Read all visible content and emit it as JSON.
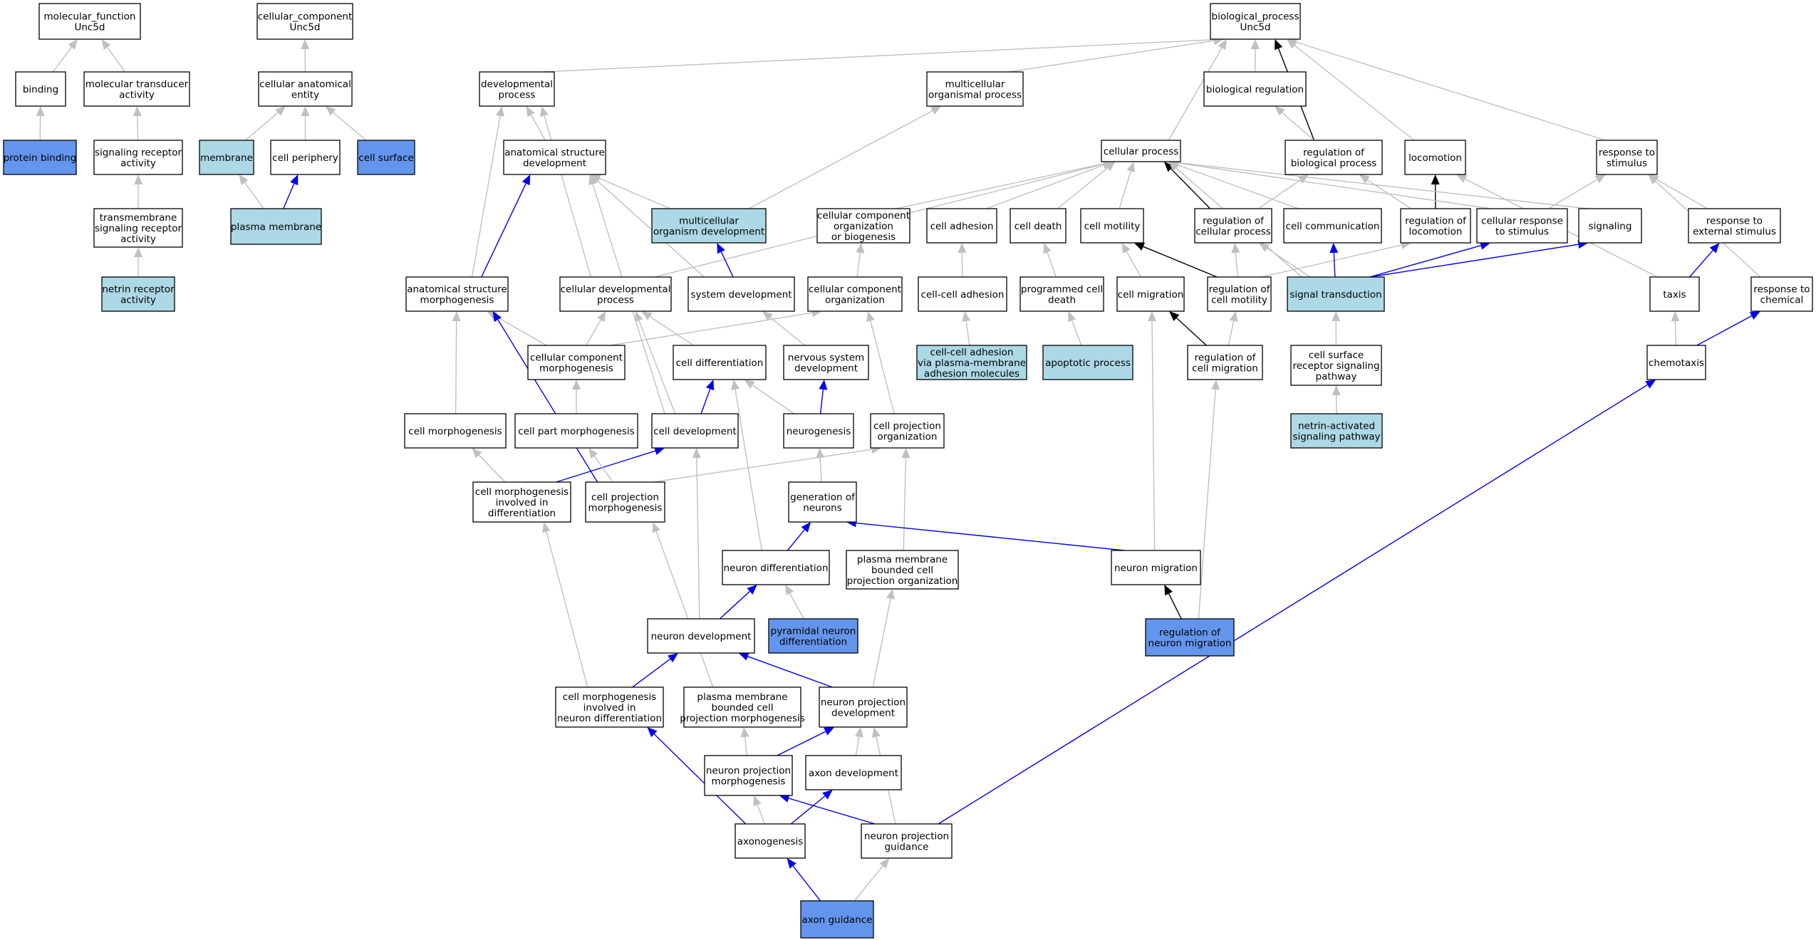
{
  "colors": {
    "white": "#ffffff",
    "light_blue": "#add8e6",
    "cornflower": "#6495ed",
    "edge_grey": "#c0c0c0",
    "edge_blue": "#0000ee",
    "edge_black": "#000000"
  },
  "nodes": {
    "mf_root": {
      "lines": [
        "molecular_function",
        "Unc5d"
      ],
      "fill": "white"
    },
    "cc_root": {
      "lines": [
        "cellular_component",
        "Unc5d"
      ],
      "fill": "white"
    },
    "bp_root": {
      "lines": [
        "biological_process",
        "Unc5d"
      ],
      "fill": "white"
    },
    "binding": {
      "lines": [
        "binding"
      ],
      "fill": "white"
    },
    "mol_trans": {
      "lines": [
        "molecular transducer",
        "activity"
      ],
      "fill": "white"
    },
    "protein_bind": {
      "lines": [
        "protein binding"
      ],
      "fill": "cornflower"
    },
    "sig_rec": {
      "lines": [
        "signaling receptor",
        "activity"
      ],
      "fill": "white"
    },
    "tm_sig_rec": {
      "lines": [
        "transmembrane",
        "signaling receptor",
        "activity"
      ],
      "fill": "white"
    },
    "netrin_rec": {
      "lines": [
        "netrin receptor",
        "activity"
      ],
      "fill": "light_blue"
    },
    "cell_anat": {
      "lines": [
        "cellular anatomical",
        "entity"
      ],
      "fill": "white"
    },
    "membrane": {
      "lines": [
        "membrane"
      ],
      "fill": "light_blue"
    },
    "cell_periph": {
      "lines": [
        "cell periphery"
      ],
      "fill": "white"
    },
    "cell_surface": {
      "lines": [
        "cell surface"
      ],
      "fill": "cornflower"
    },
    "plasma_mem": {
      "lines": [
        "plasma membrane"
      ],
      "fill": "light_blue"
    },
    "dev_proc": {
      "lines": [
        "developmental",
        "process"
      ],
      "fill": "white"
    },
    "multi_org": {
      "lines": [
        "multicellular",
        "organismal process"
      ],
      "fill": "white"
    },
    "bio_reg": {
      "lines": [
        "biological regulation"
      ],
      "fill": "white"
    },
    "anat_dev": {
      "lines": [
        "anatomical structure",
        "development"
      ],
      "fill": "white"
    },
    "cell_proc": {
      "lines": [
        "cellular process"
      ],
      "fill": "white"
    },
    "reg_bio": {
      "lines": [
        "regulation of",
        "biological process"
      ],
      "fill": "white"
    },
    "locomotion": {
      "lines": [
        "locomotion"
      ],
      "fill": "white"
    },
    "resp_stim": {
      "lines": [
        "response to",
        "stimulus"
      ],
      "fill": "white"
    },
    "multi_dev": {
      "lines": [
        "multicellular",
        "organism development"
      ],
      "fill": "light_blue"
    },
    "ccob": {
      "lines": [
        "cellular component",
        "organization",
        "or biogenesis"
      ],
      "fill": "white"
    },
    "cell_adh": {
      "lines": [
        "cell adhesion"
      ],
      "fill": "white"
    },
    "cell_death": {
      "lines": [
        "cell death"
      ],
      "fill": "white"
    },
    "cell_mot": {
      "lines": [
        "cell motility"
      ],
      "fill": "white"
    },
    "reg_cell_proc": {
      "lines": [
        "regulation of",
        "cellular process"
      ],
      "fill": "white"
    },
    "cell_comm": {
      "lines": [
        "cell communication"
      ],
      "fill": "white"
    },
    "reg_loco": {
      "lines": [
        "regulation of",
        "locomotion"
      ],
      "fill": "white"
    },
    "cell_resp": {
      "lines": [
        "cellular response",
        "to stimulus"
      ],
      "fill": "white"
    },
    "signaling": {
      "lines": [
        "signaling"
      ],
      "fill": "white"
    },
    "resp_ext": {
      "lines": [
        "response to",
        "external stimulus"
      ],
      "fill": "white"
    },
    "anat_morph": {
      "lines": [
        "anatomical structure",
        "morphogenesis"
      ],
      "fill": "white"
    },
    "cell_dev_proc": {
      "lines": [
        "cellular developmental",
        "process"
      ],
      "fill": "white"
    },
    "sys_dev": {
      "lines": [
        "system development"
      ],
      "fill": "white"
    },
    "cco": {
      "lines": [
        "cellular component",
        "organization"
      ],
      "fill": "white"
    },
    "cc_adh": {
      "lines": [
        "cell-cell adhesion"
      ],
      "fill": "white"
    },
    "prog_death": {
      "lines": [
        "programmed cell",
        "death"
      ],
      "fill": "white"
    },
    "cell_mig": {
      "lines": [
        "cell migration"
      ],
      "fill": "white"
    },
    "reg_cell_mot": {
      "lines": [
        "regulation of",
        "cell motility"
      ],
      "fill": "white"
    },
    "sig_trans": {
      "lines": [
        "signal transduction"
      ],
      "fill": "light_blue"
    },
    "taxis": {
      "lines": [
        "taxis"
      ],
      "fill": "white"
    },
    "resp_chem": {
      "lines": [
        "response to",
        "chemical"
      ],
      "fill": "white"
    },
    "cc_morph": {
      "lines": [
        "cellular component",
        "morphogenesis"
      ],
      "fill": "white"
    },
    "cell_diff": {
      "lines": [
        "cell differentiation"
      ],
      "fill": "white"
    },
    "ns_dev": {
      "lines": [
        "nervous system",
        "development"
      ],
      "fill": "white"
    },
    "cc_adh_pm": {
      "lines": [
        "cell-cell adhesion",
        "via plasma-membrane",
        "adhesion molecules"
      ],
      "fill": "light_blue"
    },
    "apop": {
      "lines": [
        "apoptotic process"
      ],
      "fill": "light_blue"
    },
    "reg_cell_mig": {
      "lines": [
        "regulation of",
        "cell migration"
      ],
      "fill": "white"
    },
    "cs_rec_sig": {
      "lines": [
        "cell surface",
        "receptor signaling",
        "pathway"
      ],
      "fill": "white"
    },
    "chemotaxis": {
      "lines": [
        "chemotaxis"
      ],
      "fill": "white"
    },
    "cell_morph": {
      "lines": [
        "cell morphogenesis"
      ],
      "fill": "white"
    },
    "cell_part_morph": {
      "lines": [
        "cell part morphogenesis"
      ],
      "fill": "white"
    },
    "cell_dev": {
      "lines": [
        "cell development"
      ],
      "fill": "white"
    },
    "neurogenesis": {
      "lines": [
        "neurogenesis"
      ],
      "fill": "white"
    },
    "cell_proj_org": {
      "lines": [
        "cell projection",
        "organization"
      ],
      "fill": "white"
    },
    "netrin_path": {
      "lines": [
        "netrin-activated",
        "signaling pathway"
      ],
      "fill": "light_blue"
    },
    "cm_diff": {
      "lines": [
        "cell morphogenesis",
        "involved in",
        "differentiation"
      ],
      "fill": "white"
    },
    "cp_morph": {
      "lines": [
        "cell projection",
        "morphogenesis"
      ],
      "fill": "white"
    },
    "gen_neur": {
      "lines": [
        "generation of",
        "neurons"
      ],
      "fill": "white"
    },
    "neur_diff": {
      "lines": [
        "neuron differentiation"
      ],
      "fill": "white"
    },
    "pm_cp_org": {
      "lines": [
        "plasma membrane",
        "bounded cell",
        "projection organization"
      ],
      "fill": "white"
    },
    "neur_mig": {
      "lines": [
        "neuron migration"
      ],
      "fill": "white"
    },
    "neur_dev": {
      "lines": [
        "neuron development"
      ],
      "fill": "white"
    },
    "pyr_diff": {
      "lines": [
        "pyramidal neuron",
        "differentiation"
      ],
      "fill": "cornflower"
    },
    "reg_neur_mig": {
      "lines": [
        "regulation of",
        "neuron migration"
      ],
      "fill": "cornflower"
    },
    "cm_neur_diff": {
      "lines": [
        "cell morphogenesis",
        "involved in",
        "neuron differentiation"
      ],
      "fill": "white"
    },
    "pm_cp_morph": {
      "lines": [
        "plasma membrane",
        "bounded cell",
        "projection morphogenesis"
      ],
      "fill": "white"
    },
    "np_dev": {
      "lines": [
        "neuron projection",
        "development"
      ],
      "fill": "white"
    },
    "np_morph": {
      "lines": [
        "neuron projection",
        "morphogenesis"
      ],
      "fill": "white"
    },
    "axon_dev": {
      "lines": [
        "axon development"
      ],
      "fill": "white"
    },
    "axonogenesis": {
      "lines": [
        "axonogenesis"
      ],
      "fill": "white"
    },
    "np_guid": {
      "lines": [
        "neuron projection",
        "guidance"
      ],
      "fill": "white"
    },
    "axon_guid": {
      "lines": [
        "axon guidance"
      ],
      "fill": "cornflower"
    }
  },
  "edges": [
    [
      "binding",
      "mf_root",
      "grey"
    ],
    [
      "mol_trans",
      "mf_root",
      "grey"
    ],
    [
      "protein_bind",
      "binding",
      "grey"
    ],
    [
      "sig_rec",
      "mol_trans",
      "grey"
    ],
    [
      "tm_sig_rec",
      "sig_rec",
      "grey"
    ],
    [
      "netrin_rec",
      "tm_sig_rec",
      "grey"
    ],
    [
      "cell_anat",
      "cc_root",
      "grey"
    ],
    [
      "membrane",
      "cell_anat",
      "grey"
    ],
    [
      "cell_periph",
      "cell_anat",
      "grey"
    ],
    [
      "cell_surface",
      "cell_anat",
      "grey"
    ],
    [
      "plasma_mem",
      "membrane",
      "grey"
    ],
    [
      "plasma_mem",
      "cell_periph",
      "blue"
    ],
    [
      "dev_proc",
      "bp_root",
      "grey"
    ],
    [
      "multi_org",
      "bp_root",
      "grey"
    ],
    [
      "bio_reg",
      "bp_root",
      "grey"
    ],
    [
      "cell_proc",
      "bp_root",
      "grey"
    ],
    [
      "reg_bio",
      "bp_root",
      "black"
    ],
    [
      "locomotion",
      "bp_root",
      "grey"
    ],
    [
      "resp_stim",
      "bp_root",
      "grey"
    ],
    [
      "reg_bio",
      "bio_reg",
      "grey"
    ],
    [
      "anat_dev",
      "dev_proc",
      "grey"
    ],
    [
      "multi_dev",
      "anat_dev",
      "grey"
    ],
    [
      "multi_dev",
      "multi_org",
      "grey"
    ],
    [
      "ccob",
      "cell_proc",
      "grey"
    ],
    [
      "cell_adh",
      "cell_proc",
      "grey"
    ],
    [
      "cell_death",
      "cell_proc",
      "grey"
    ],
    [
      "cell_mot",
      "cell_proc",
      "grey"
    ],
    [
      "reg_cell_proc",
      "cell_proc",
      "black"
    ],
    [
      "reg_cell_proc",
      "reg_bio",
      "grey"
    ],
    [
      "cell_comm",
      "cell_proc",
      "grey"
    ],
    [
      "reg_loco",
      "locomotion",
      "black"
    ],
    [
      "reg_loco",
      "reg_bio",
      "grey"
    ],
    [
      "cell_resp",
      "cell_proc",
      "grey"
    ],
    [
      "cell_resp",
      "resp_stim",
      "grey"
    ],
    [
      "signaling",
      "cell_proc",
      "grey"
    ],
    [
      "resp_ext",
      "resp_stim",
      "grey"
    ],
    [
      "anat_morph",
      "anat_dev",
      "blue"
    ],
    [
      "anat_morph",
      "dev_proc",
      "grey"
    ],
    [
      "cell_dev_proc",
      "cell_proc",
      "grey"
    ],
    [
      "cell_dev_proc",
      "dev_proc",
      "grey"
    ],
    [
      "sys_dev",
      "anat_dev",
      "grey"
    ],
    [
      "sys_dev",
      "multi_dev",
      "blue"
    ],
    [
      "cco",
      "ccob",
      "grey"
    ],
    [
      "cc_adh",
      "cell_adh",
      "grey"
    ],
    [
      "prog_death",
      "cell_death",
      "grey"
    ],
    [
      "cell_mig",
      "cell_mot",
      "grey"
    ],
    [
      "reg_cell_mot",
      "cell_mot",
      "black"
    ],
    [
      "reg_cell_mot",
      "reg_cell_proc",
      "grey"
    ],
    [
      "reg_cell_mot",
      "reg_loco",
      "grey"
    ],
    [
      "sig_trans",
      "cell_comm",
      "blue"
    ],
    [
      "sig_trans",
      "cell_resp",
      "blue"
    ],
    [
      "sig_trans",
      "signaling",
      "blue"
    ],
    [
      "sig_trans",
      "cell_proc",
      "grey"
    ],
    [
      "sig_trans",
      "reg_cell_proc",
      "grey"
    ],
    [
      "taxis",
      "locomotion",
      "grey"
    ],
    [
      "taxis",
      "resp_ext",
      "blue"
    ],
    [
      "resp_chem",
      "resp_stim",
      "grey"
    ],
    [
      "cc_morph",
      "anat_morph",
      "grey"
    ],
    [
      "cc_morph",
      "cell_dev_proc",
      "grey"
    ],
    [
      "cc_morph",
      "cco",
      "grey"
    ],
    [
      "cell_diff",
      "cell_dev_proc",
      "grey"
    ],
    [
      "ns_dev",
      "sys_dev",
      "grey"
    ],
    [
      "cc_adh_pm",
      "cc_adh",
      "grey"
    ],
    [
      "apop",
      "prog_death",
      "grey"
    ],
    [
      "reg_cell_mig",
      "cell_mig",
      "black"
    ],
    [
      "reg_cell_mig",
      "reg_cell_mot",
      "grey"
    ],
    [
      "cs_rec_sig",
      "sig_trans",
      "grey"
    ],
    [
      "chemotaxis",
      "taxis",
      "grey"
    ],
    [
      "chemotaxis",
      "resp_chem",
      "blue"
    ],
    [
      "cell_morph",
      "anat_morph",
      "grey"
    ],
    [
      "cell_part_morph",
      "cc_morph",
      "grey"
    ],
    [
      "cell_dev",
      "cell_diff",
      "blue"
    ],
    [
      "cell_dev",
      "cell_dev_proc",
      "grey"
    ],
    [
      "cell_dev",
      "anat_dev",
      "grey"
    ],
    [
      "neurogenesis",
      "cell_diff",
      "grey"
    ],
    [
      "neurogenesis",
      "ns_dev",
      "blue"
    ],
    [
      "cell_proj_org",
      "cco",
      "grey"
    ],
    [
      "netrin_path",
      "cs_rec_sig",
      "grey"
    ],
    [
      "cm_diff",
      "cell_morph",
      "grey"
    ],
    [
      "cm_diff",
      "cell_dev",
      "blue"
    ],
    [
      "cp_morph",
      "cell_part_morph",
      "grey"
    ],
    [
      "cp_morph",
      "cell_proj_org",
      "grey"
    ],
    [
      "cp_morph",
      "anat_morph",
      "blue"
    ],
    [
      "gen_neur",
      "neurogenesis",
      "grey"
    ],
    [
      "neur_diff",
      "gen_neur",
      "blue"
    ],
    [
      "neur_diff",
      "cell_diff",
      "grey"
    ],
    [
      "pm_cp_org",
      "cell_proj_org",
      "grey"
    ],
    [
      "neur_mig",
      "gen_neur",
      "blue"
    ],
    [
      "neur_mig",
      "cell_mig",
      "grey"
    ],
    [
      "neur_dev",
      "neur_diff",
      "blue"
    ],
    [
      "neur_dev",
      "cell_dev",
      "grey"
    ],
    [
      "pyr_diff",
      "neur_diff",
      "grey"
    ],
    [
      "reg_neur_mig",
      "neur_mig",
      "black"
    ],
    [
      "reg_neur_mig",
      "reg_cell_mig",
      "grey"
    ],
    [
      "cm_neur_diff",
      "neur_dev",
      "blue"
    ],
    [
      "cm_neur_diff",
      "cm_diff",
      "grey"
    ],
    [
      "pm_cp_morph",
      "cp_morph",
      "grey"
    ],
    [
      "np_dev",
      "neur_dev",
      "blue"
    ],
    [
      "np_dev",
      "pm_cp_org",
      "grey"
    ],
    [
      "np_morph",
      "np_dev",
      "blue"
    ],
    [
      "np_morph",
      "pm_cp_morph",
      "grey"
    ],
    [
      "axon_dev",
      "np_dev",
      "grey"
    ],
    [
      "axonogenesis",
      "cm_neur_diff",
      "blue"
    ],
    [
      "axonogenesis",
      "np_morph",
      "grey"
    ],
    [
      "axonogenesis",
      "axon_dev",
      "blue"
    ],
    [
      "np_guid",
      "np_morph",
      "blue"
    ],
    [
      "np_guid",
      "np_dev",
      "grey"
    ],
    [
      "np_guid",
      "chemotaxis",
      "blue"
    ],
    [
      "axon_guid",
      "axonogenesis",
      "blue"
    ],
    [
      "axon_guid",
      "np_guid",
      "grey"
    ]
  ]
}
